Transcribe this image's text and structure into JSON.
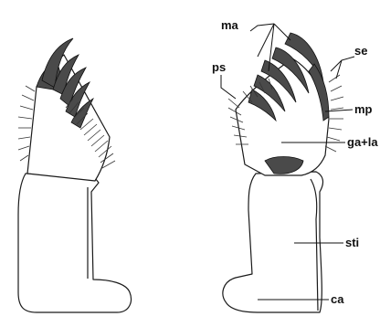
{
  "labels": {
    "ma": "ma",
    "ps": "ps",
    "se": "se",
    "mp": "mp",
    "ga_la": "ga+la",
    "sti": "sti",
    "ca": "ca"
  }
}
